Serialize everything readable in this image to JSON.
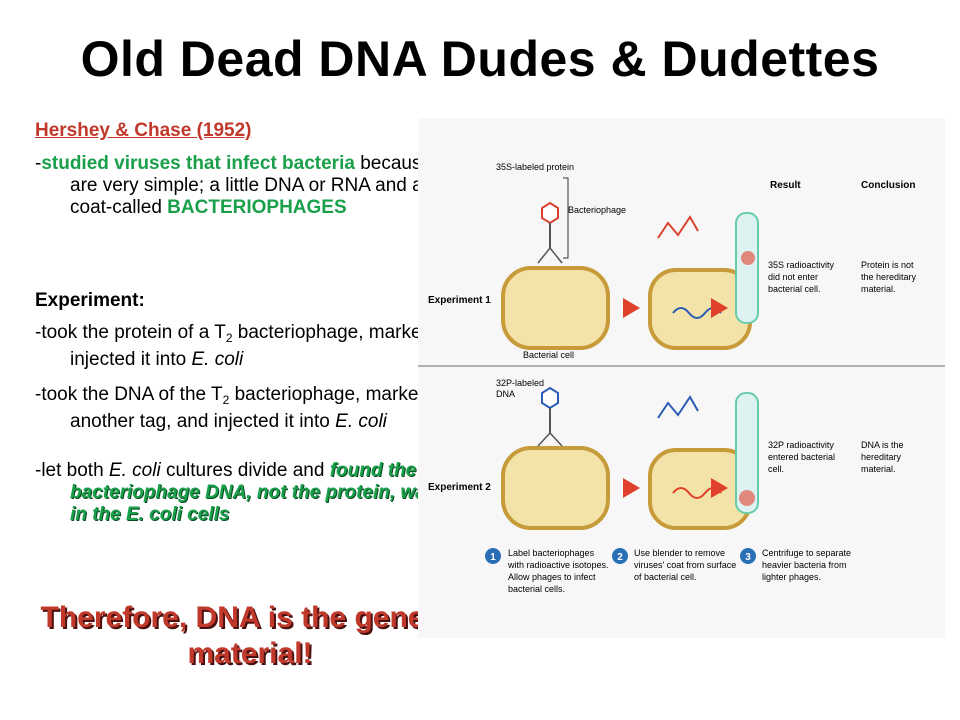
{
  "title": "Old Dead DNA Dudes & Dudettes",
  "authors": {
    "name1": "Hershey",
    "amp": " & ",
    "name2": "Chase",
    "year": " (1952)"
  },
  "p1": {
    "lead": "-",
    "green": "studied viruses that infect bacteria",
    "rest": " because viruses are very simple; a little DNA or RNA and a protein coat-called ",
    "term": "BACTERIOPHAGES"
  },
  "experiment_label": "Experiment:",
  "p2": {
    "a": "-took the protein of a T",
    "sub": "2",
    "b": " bacteriophage, marked it, and injected it into ",
    "ital": "E. coli"
  },
  "p3": {
    "a": "-took the DNA of the T",
    "sub": "2",
    "b": " bacteriophage, marked it with another tag, and injected it into ",
    "ital": "E. coli"
  },
  "p4": {
    "a": "-let both ",
    "ital": "E. coli",
    "b": " cultures divide and ",
    "emph": "found the bacteriophage DNA, not the protein, was found in the E. coli cells"
  },
  "conclusion": "Therefore, DNA is the genetic material!",
  "figure": {
    "hdr_labeled_protein": "35S-labeled protein",
    "hdr_bacteriophage": "Bacteriophage",
    "hdr_result": "Result",
    "hdr_conclusion": "Conclusion",
    "exp1": "Experiment 1",
    "bacterial_cell": "Bacterial cell",
    "result1": [
      "35S radioactivity",
      "did not enter",
      "bacterial cell."
    ],
    "concl1": [
      "Protein is not",
      "the hereditary",
      "material."
    ],
    "hdr_labeled_dna": [
      "32P-labeled",
      "DNA"
    ],
    "exp2": "Experiment 2",
    "result2": [
      "32P radioactivity",
      "entered bacterial",
      "cell."
    ],
    "concl2": [
      "DNA is the",
      "hereditary",
      "material."
    ],
    "step1": [
      "Label bacteriophages",
      "with radioactive isotopes.",
      "Allow phages to infect",
      "bacterial cells."
    ],
    "step2": [
      "Use blender to remove",
      "viruses' coat from surface",
      "of bacterial cell."
    ],
    "step3": [
      "Centrifuge to separate",
      "heavier bacteria from",
      "lighter phages."
    ],
    "num1": "1",
    "num2": "2",
    "num3": "3",
    "colors": {
      "cell_fill": "#f3e3a8",
      "cell_border": "#c79a3a",
      "arrow": "#e0412b",
      "step_circle": "#2a6fb5"
    }
  }
}
